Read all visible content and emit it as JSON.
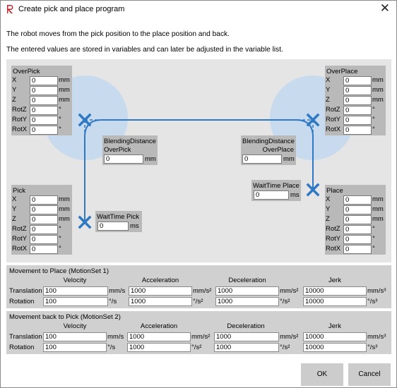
{
  "window": {
    "title": "Create pick and place program",
    "close_glyph": "✕"
  },
  "description": [
    "The robot moves from the pick position to the place position and back.",
    "The entered values are stored in variables and can later be adjusted in the variable list."
  ],
  "colors": {
    "canvas": "#e5e5e5",
    "panel": "#b9b9b9",
    "blue": "#2f78c4",
    "circle": "#c8daed"
  },
  "overpick": {
    "title": "OverPick",
    "rows": [
      {
        "label": "X",
        "value": "0",
        "unit": "mm"
      },
      {
        "label": "Y",
        "value": "0",
        "unit": "mm"
      },
      {
        "label": "Z",
        "value": "0",
        "unit": "mm"
      },
      {
        "label": "RotZ",
        "value": "0",
        "unit": "°"
      },
      {
        "label": "RotY",
        "value": "0",
        "unit": "°"
      },
      {
        "label": "RotX",
        "value": "0",
        "unit": "°"
      }
    ]
  },
  "overplace": {
    "title": "OverPlace",
    "rows": [
      {
        "label": "X",
        "value": "0",
        "unit": "mm"
      },
      {
        "label": "Y",
        "value": "0",
        "unit": "mm"
      },
      {
        "label": "Z",
        "value": "0",
        "unit": "mm"
      },
      {
        "label": "RotZ",
        "value": "0",
        "unit": "°"
      },
      {
        "label": "RotY",
        "value": "0",
        "unit": "°"
      },
      {
        "label": "RotX",
        "value": "0",
        "unit": "°"
      }
    ]
  },
  "pick": {
    "title": "Pick",
    "rows": [
      {
        "label": "X",
        "value": "0",
        "unit": "mm"
      },
      {
        "label": "Y",
        "value": "0",
        "unit": "mm"
      },
      {
        "label": "Z",
        "value": "0",
        "unit": "mm"
      },
      {
        "label": "RotZ",
        "value": "0",
        "unit": "°"
      },
      {
        "label": "RotY",
        "value": "0",
        "unit": "°"
      },
      {
        "label": "RotX",
        "value": "0",
        "unit": "°"
      }
    ]
  },
  "place": {
    "title": "Place",
    "rows": [
      {
        "label": "X",
        "value": "0",
        "unit": "mm"
      },
      {
        "label": "Y",
        "value": "0",
        "unit": "mm"
      },
      {
        "label": "Z",
        "value": "0",
        "unit": "mm"
      },
      {
        "label": "RotZ",
        "value": "0",
        "unit": "°"
      },
      {
        "label": "RotY",
        "value": "0",
        "unit": "°"
      },
      {
        "label": "RotX",
        "value": "0",
        "unit": "°"
      }
    ]
  },
  "blend_pick": {
    "line1": "BlendingDistance",
    "line2": "OverPick",
    "value": "0",
    "unit": "mm"
  },
  "blend_place": {
    "line1": "BlendingDistance",
    "line2": "OverPlace",
    "value": "0",
    "unit": "mm"
  },
  "wait_pick": {
    "title": "WaitTime Pick",
    "value": "0",
    "unit": "ms"
  },
  "wait_place": {
    "title": "WaitTime Place",
    "value": "0",
    "unit": "ms"
  },
  "motion1": {
    "title": "Movement to Place (MotionSet 1)",
    "headers": [
      "Velocity",
      "Acceleration",
      "Deceleration",
      "Jerk"
    ],
    "rows": [
      {
        "label": "Translation",
        "values": [
          "100",
          "1000",
          "1000",
          "10000"
        ],
        "units": [
          "mm/s",
          "mm/s²",
          "mm/s²",
          "mm/s³"
        ]
      },
      {
        "label": "Rotation",
        "values": [
          "100",
          "1000",
          "1000",
          "10000"
        ],
        "units": [
          "°/s",
          "°/s²",
          "°/s²",
          "°/s³"
        ]
      }
    ]
  },
  "motion2": {
    "title": "Movement back to Pick (MotionSet 2)",
    "headers": [
      "Velocity",
      "Acceleration",
      "Deceleration",
      "Jerk"
    ],
    "rows": [
      {
        "label": "Translation",
        "values": [
          "100",
          "1000",
          "1000",
          "10000"
        ],
        "units": [
          "mm/s",
          "mm/s²",
          "mm/s²",
          "mm/s³"
        ]
      },
      {
        "label": "Rotation",
        "values": [
          "100",
          "1000",
          "1000",
          "10000"
        ],
        "units": [
          "°/s",
          "°/s²",
          "°/s²",
          "°/s³"
        ]
      }
    ]
  },
  "buttons": {
    "ok": "OK",
    "cancel": "Cancel"
  }
}
